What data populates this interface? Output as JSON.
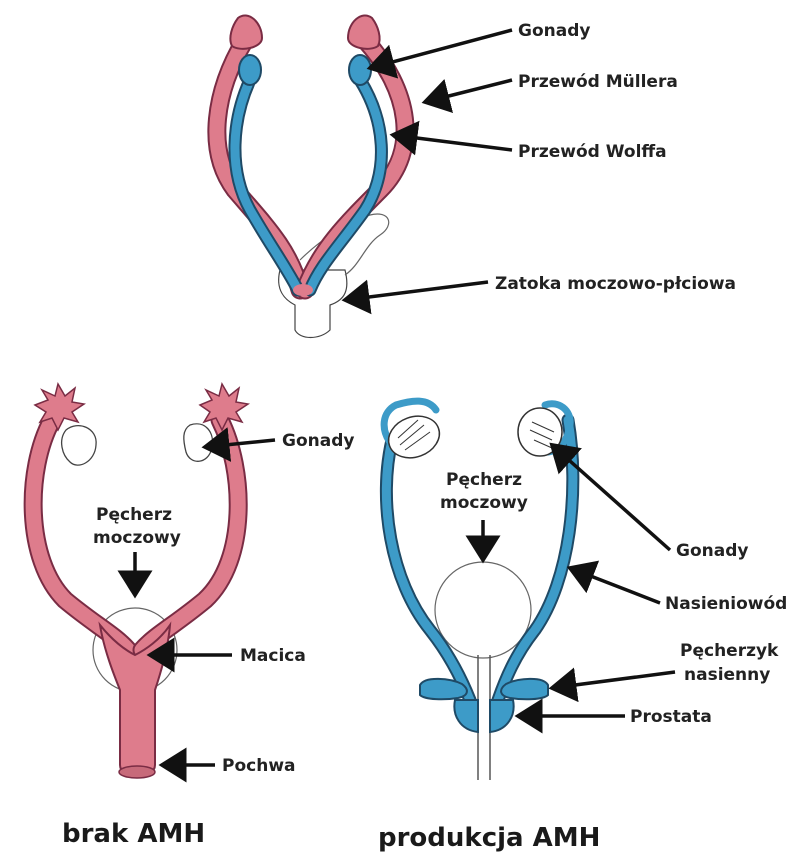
{
  "top": {
    "labels": {
      "gonads": "Gonady",
      "muller": "Przewód Müllera",
      "wolff": "Przewód Wolffa",
      "sinus": "Zatoka moczowo-płciowa"
    }
  },
  "left": {
    "labels": {
      "gonads": "Gonady",
      "bladder_1": "Pęcherz",
      "bladder_2": "moczowy",
      "uterus": "Macica",
      "vagina": "Pochwa"
    },
    "caption": "brak AMH"
  },
  "right": {
    "labels": {
      "bladder_1": "Pęcherz",
      "bladder_2": "moczowy",
      "gonads": "Gonady",
      "vas": "Nasieniowód",
      "vesicle_1": "Pęcherzyk",
      "vesicle_2": "nasienny",
      "prostate": "Prostata"
    },
    "caption": "produkcja AMH"
  },
  "colors": {
    "muller_pink": "#de7c8c",
    "wolff_blue": "#3d9bc8",
    "outline": "#444444"
  }
}
